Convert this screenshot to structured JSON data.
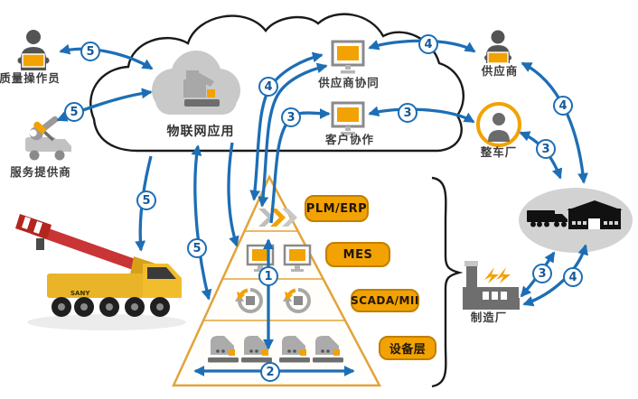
{
  "colors": {
    "arrow_blue": "#1d6eb5",
    "accent_orange": "#f2a202",
    "pyramid_gold": "#e2a33b",
    "icon_gray": "#8a8a8a",
    "cloud_gray": "#c9c9c9",
    "outline_black": "#1a1a1a"
  },
  "nodes": {
    "quality_operator": "质量操作员",
    "service_provider": "服务提供商",
    "iot_cloud": "物联网应用",
    "supplier_collaboration": "供应商协同",
    "customer_collaboration": "客户协作",
    "supplier": "供应商",
    "oem_plant": "整车厂",
    "manufacturing_plant": "制造厂"
  },
  "pyramid_layers": [
    {
      "label": "PLM/ERP"
    },
    {
      "label": "MES"
    },
    {
      "label": "SCADA/MII"
    },
    {
      "label": "设备层"
    }
  ],
  "flows": {
    "n1": "1",
    "n2": "2",
    "n3": "3",
    "n4": "4",
    "n5": "5"
  },
  "crane": {
    "brand": "SANY"
  },
  "icons": [
    "person-icon",
    "service-truck-icon",
    "wrench-icon",
    "screwdriver-icon",
    "cloud-icon",
    "monitor-icon",
    "chevron-icon",
    "sync-cycle-icon",
    "machine-icon",
    "factory-icon",
    "truck-icon",
    "warehouse-icon",
    "crane-truck-photo",
    "lightning-icon",
    "brace-shape"
  ]
}
